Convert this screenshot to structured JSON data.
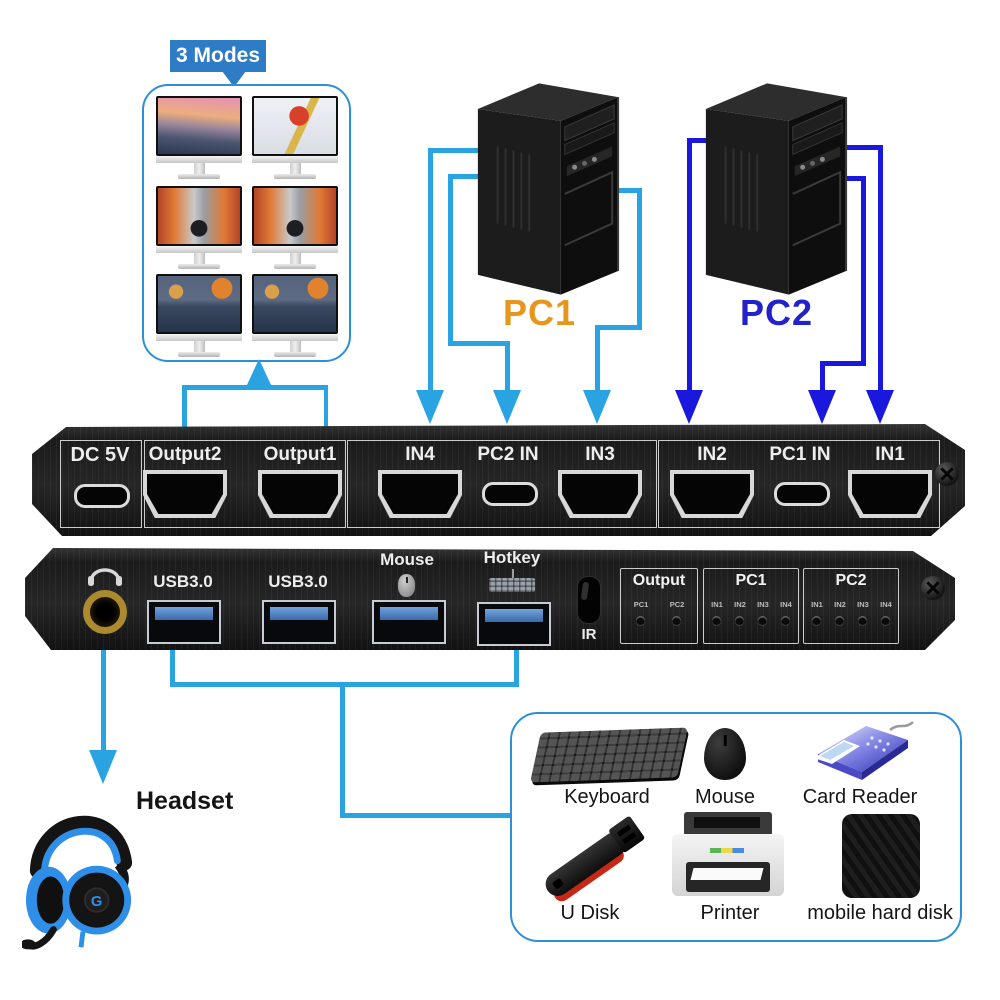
{
  "colors": {
    "cyan": "#29a3e2",
    "blue": "#1a18dd",
    "callout_bg": "#2e7bc6",
    "box_border": "#2e8fd6",
    "pc1": "#e8951c",
    "pc2": "#2222cc"
  },
  "modes_callout": {
    "label": "3 Modes"
  },
  "monitors_panel": {
    "monitors": [
      {
        "scene": "mountain-sunset"
      },
      {
        "scene": "snowboarder"
      },
      {
        "scene": "racing-game-left"
      },
      {
        "scene": "racing-game-right"
      },
      {
        "scene": "lake-dual-left"
      },
      {
        "scene": "lake-dual-right"
      }
    ]
  },
  "computers": [
    {
      "label": "PC1"
    },
    {
      "label": "PC2"
    }
  ],
  "rear_panel": {
    "ports": [
      {
        "label": "DC 5V",
        "type": "usb-c"
      },
      {
        "label": "Output2",
        "type": "hdmi"
      },
      {
        "label": "Output1",
        "type": "hdmi"
      },
      {
        "label": "IN4",
        "type": "hdmi"
      },
      {
        "label": "PC2 IN",
        "type": "usb-c"
      },
      {
        "label": "IN3",
        "type": "hdmi"
      },
      {
        "label": "IN2",
        "type": "hdmi"
      },
      {
        "label": "PC1 IN",
        "type": "usb-c"
      },
      {
        "label": "IN1",
        "type": "hdmi"
      }
    ]
  },
  "front_panel": {
    "usb_labels": [
      {
        "label": "USB3.0"
      },
      {
        "label": "USB3.0"
      },
      {
        "label": "Mouse"
      },
      {
        "label": "Hotkey"
      }
    ],
    "ir_label": "IR",
    "led_groups": [
      {
        "title": "Output",
        "leds": [
          "PC1",
          "PC2"
        ]
      },
      {
        "title": "PC1",
        "leds": [
          "IN1",
          "IN2",
          "IN3",
          "IN4"
        ]
      },
      {
        "title": "PC2",
        "leds": [
          "IN1",
          "IN2",
          "IN3",
          "IN4"
        ]
      }
    ]
  },
  "headset": {
    "label": "Headset"
  },
  "accessories": {
    "items": [
      {
        "label": "Keyboard"
      },
      {
        "label": "Mouse"
      },
      {
        "label": "Card Reader"
      },
      {
        "label": "U Disk"
      },
      {
        "label": "Printer"
      },
      {
        "label": "mobile hard disk"
      }
    ]
  }
}
